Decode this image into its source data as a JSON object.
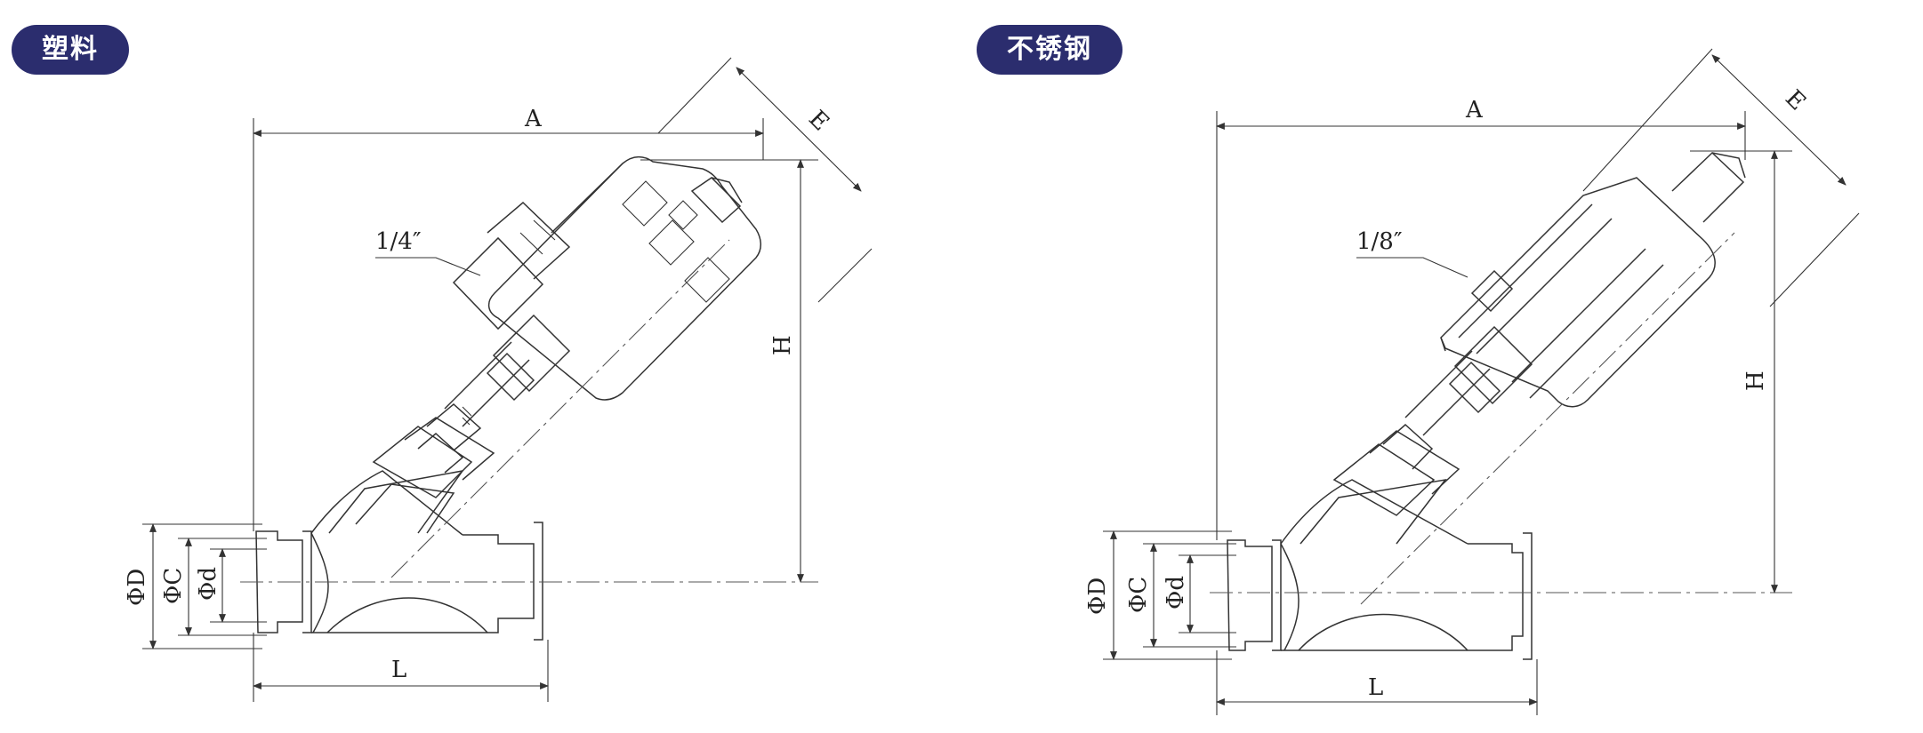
{
  "left": {
    "badge": "塑料",
    "labels": {
      "A": "A",
      "E": "E",
      "H": "H",
      "L": "L",
      "D": "ΦD",
      "C": "ΦC",
      "d": "Φd",
      "port": "1/4″"
    }
  },
  "right": {
    "badge": "不锈钢",
    "labels": {
      "A": "A",
      "E": "E",
      "H": "H",
      "L": "L",
      "D": "ΦD",
      "C": "ΦC",
      "d": "Φd",
      "port": "1/8″"
    }
  },
  "colors": {
    "badge_bg": "#2b2d6e",
    "line": "#333333"
  }
}
